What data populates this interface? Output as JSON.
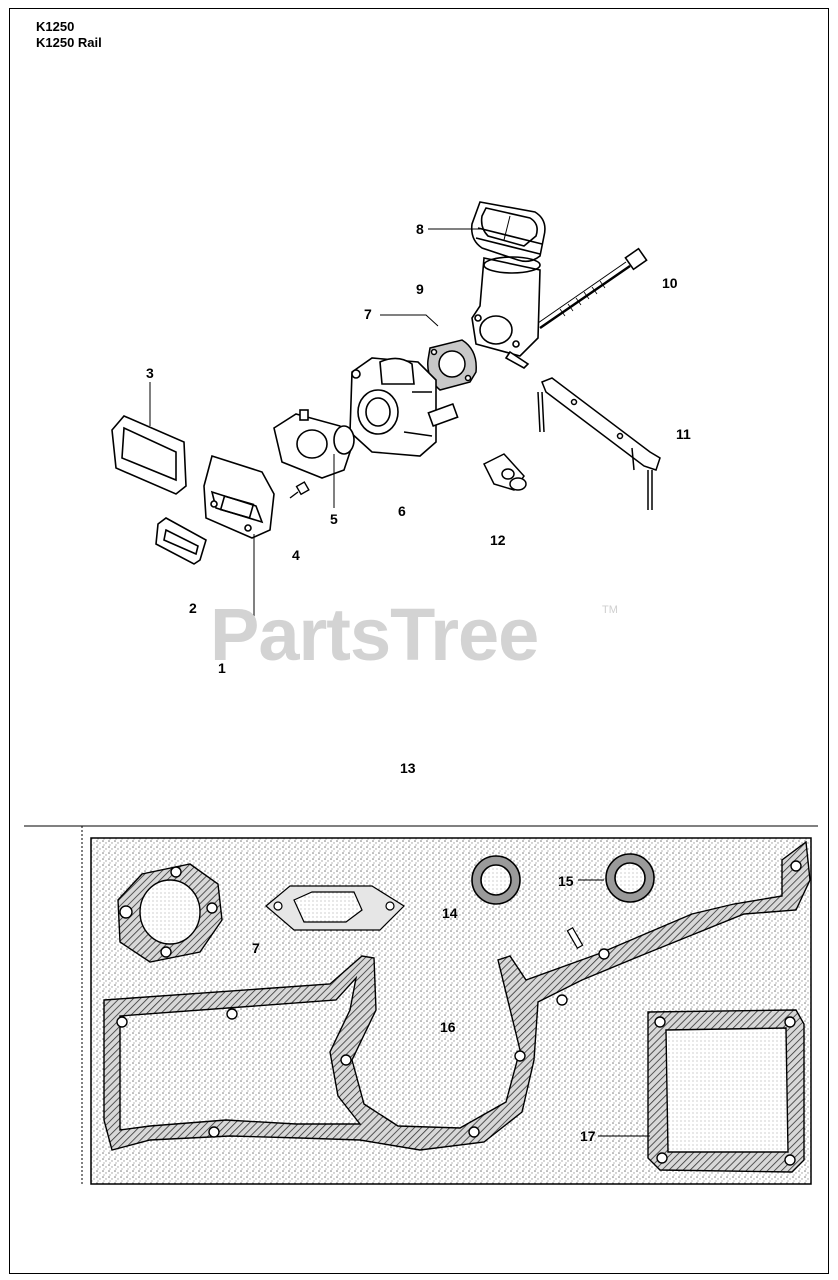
{
  "header": {
    "model_line_1": "K1250",
    "model_line_2": "K1250 Rail"
  },
  "watermark": {
    "text": "PartsTree",
    "trademark": "TM"
  },
  "callouts": {
    "c1": "1",
    "c2": "2",
    "c3": "3",
    "c4": "4",
    "c5": "5",
    "c6": "6",
    "c7": "7",
    "c8": "8",
    "c9": "9",
    "c10": "10",
    "c11": "11",
    "c12": "12",
    "c13": "13",
    "c7b": "7",
    "c14": "14",
    "c15": "15",
    "c16": "16",
    "c17": "17"
  },
  "colors": {
    "line": "#000000",
    "gasket_fill": "#8c8c8c",
    "kit_bg": "#bdbdbd",
    "watermark": "#d3d3d3"
  }
}
